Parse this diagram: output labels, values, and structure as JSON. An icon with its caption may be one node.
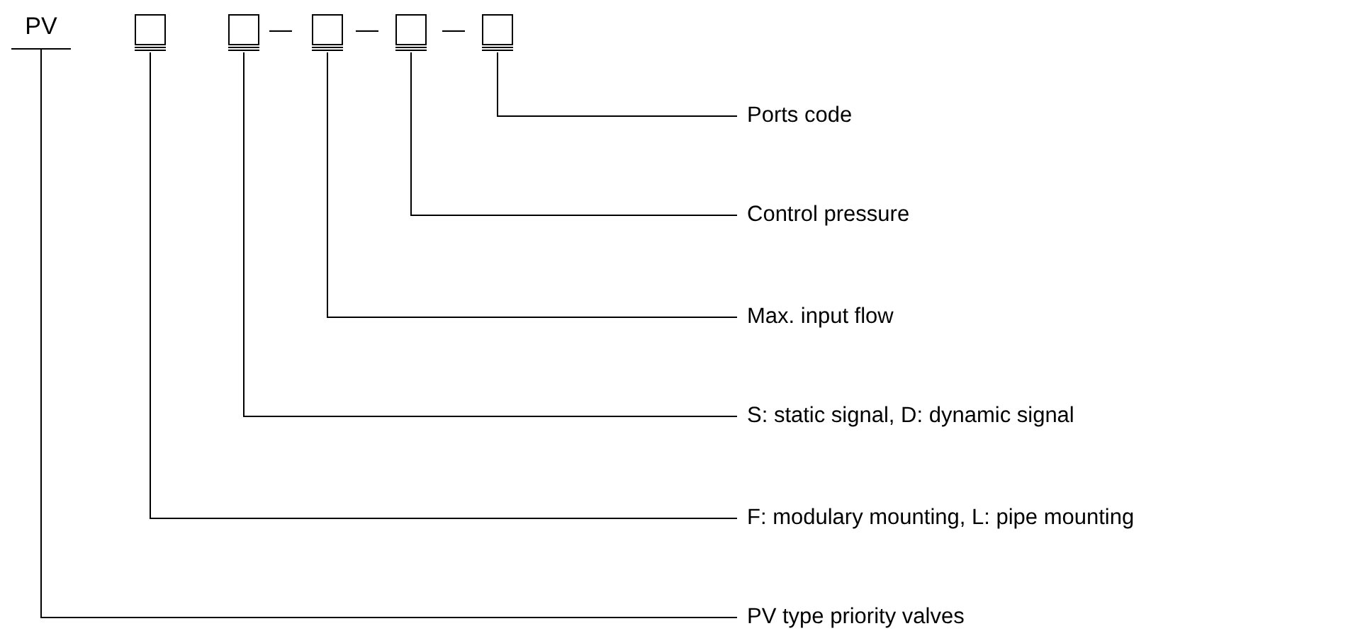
{
  "diagram": {
    "nodes": [
      {
        "text": [
          "PV"
        ]
      },
      {
        "text": [],
        "shape": "box"
      },
      {
        "text": [],
        "shape": "box"
      },
      {
        "text": [],
        "shape": "box"
      },
      {
        "text": [],
        "shape": "box"
      },
      {
        "text": [],
        "shape": "box"
      },
      {
        "text": [
          "Ports code"
        ]
      },
      {
        "text": [
          "Control pressure"
        ]
      },
      {
        "text": [
          "Max. input flow"
        ]
      },
      {
        "text": [
          "S: static signal, D: dynamic signal"
        ]
      },
      {
        "text": [
          "F: modulary mounting, L: pipe mounting"
        ]
      },
      {
        "text": [
          "PV type priority valves"
        ]
      }
    ],
    "edges": [
      {
        "from": 5,
        "to": 6,
        "arrow": "none"
      },
      {
        "from": 4,
        "to": 7,
        "arrow": "none"
      },
      {
        "from": 3,
        "to": 8,
        "arrow": "none"
      },
      {
        "from": 2,
        "to": 9,
        "arrow": "none"
      },
      {
        "from": 1,
        "to": 10,
        "arrow": "none"
      },
      {
        "from": 0,
        "to": 11,
        "arrow": "none"
      }
    ],
    "labels": [
      "—",
      "—",
      "—"
    ]
  }
}
